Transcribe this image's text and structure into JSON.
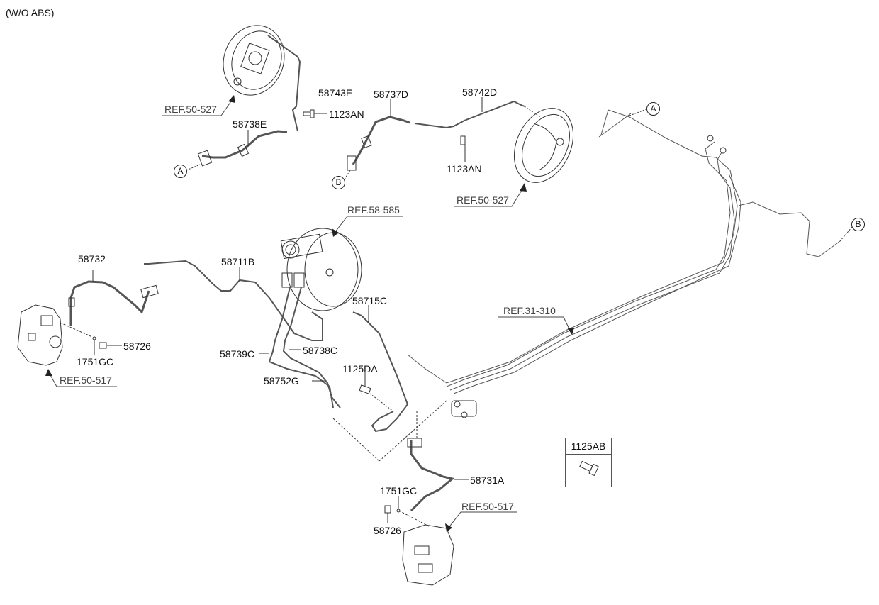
{
  "title": "(W/O ABS)",
  "parts": {
    "p58743E": "58743E",
    "p1123AN_top": "1123AN",
    "p58738E": "58738E",
    "p58737D": "58737D",
    "p58742D": "58742D",
    "p1123AN_mid": "1123AN",
    "p58732": "58732",
    "p58711B": "58711B",
    "p58726_left": "58726",
    "p1751GC_left": "1751GC",
    "p58715C": "58715C",
    "p58739C": "58739C",
    "p58738C": "58738C",
    "p1125DA": "1125DA",
    "p58752G": "58752G",
    "p58731A": "58731A",
    "p1751GC_bottom": "1751GC",
    "p58726_bottom": "58726",
    "p1125AB": "1125AB"
  },
  "refs": {
    "ref_50_527_left": "REF.50-527",
    "ref_50_527_right": "REF.50-527",
    "ref_58_585": "REF.58-585",
    "ref_50_517_left": "REF.50-517",
    "ref_31_310": "REF.31-310",
    "ref_50_517_bottom": "REF.50-517"
  },
  "connectors": {
    "a_left": "A",
    "b_left": "B",
    "a_right": "A",
    "b_right": "B"
  }
}
